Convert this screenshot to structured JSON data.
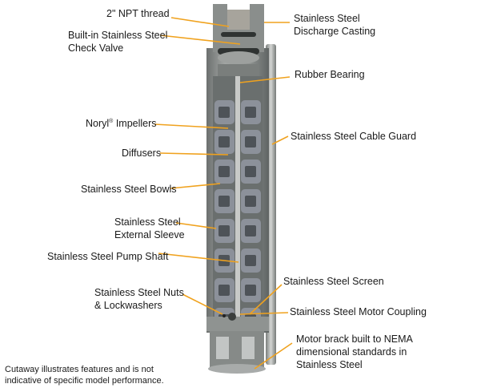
{
  "colors": {
    "leader": "#f0a21e",
    "steel": "#8e9290",
    "steel_dark": "#5f6463",
    "steel_light": "#b9bcba"
  },
  "labels": {
    "npt_thread": "2\" NPT  thread",
    "check_valve_1": "Built-in Stainless Steel",
    "check_valve_2": "Check Valve",
    "discharge_1": "Stainless Steel",
    "discharge_2": "Discharge Casting",
    "rubber_bearing": "Rubber Bearing",
    "impellers": "Noryl",
    "impellers_reg": "®",
    "impellers_rest": " Impellers",
    "diffusers": "Diffusers",
    "bowls": "Stainless Steel Bowls",
    "cable_guard": "Stainless Steel Cable Guard",
    "sleeve_1": "Stainless Steel",
    "sleeve_2": "External Sleeve",
    "pump_shaft": "Stainless Steel Pump Shaft",
    "nuts_1": "Stainless Steel Nuts",
    "nuts_2": "& Lockwashers",
    "screen": "Stainless Steel Screen",
    "coupling": "Stainless Steel Motor Coupling",
    "bracket_1": "Motor brack built to NEMA",
    "bracket_2": "dimensional standards in",
    "bracket_3": "Stainless Steel"
  },
  "footnote": {
    "line1": "Cutaway illustrates features and is not",
    "line2": "indicative of specific model performance."
  }
}
